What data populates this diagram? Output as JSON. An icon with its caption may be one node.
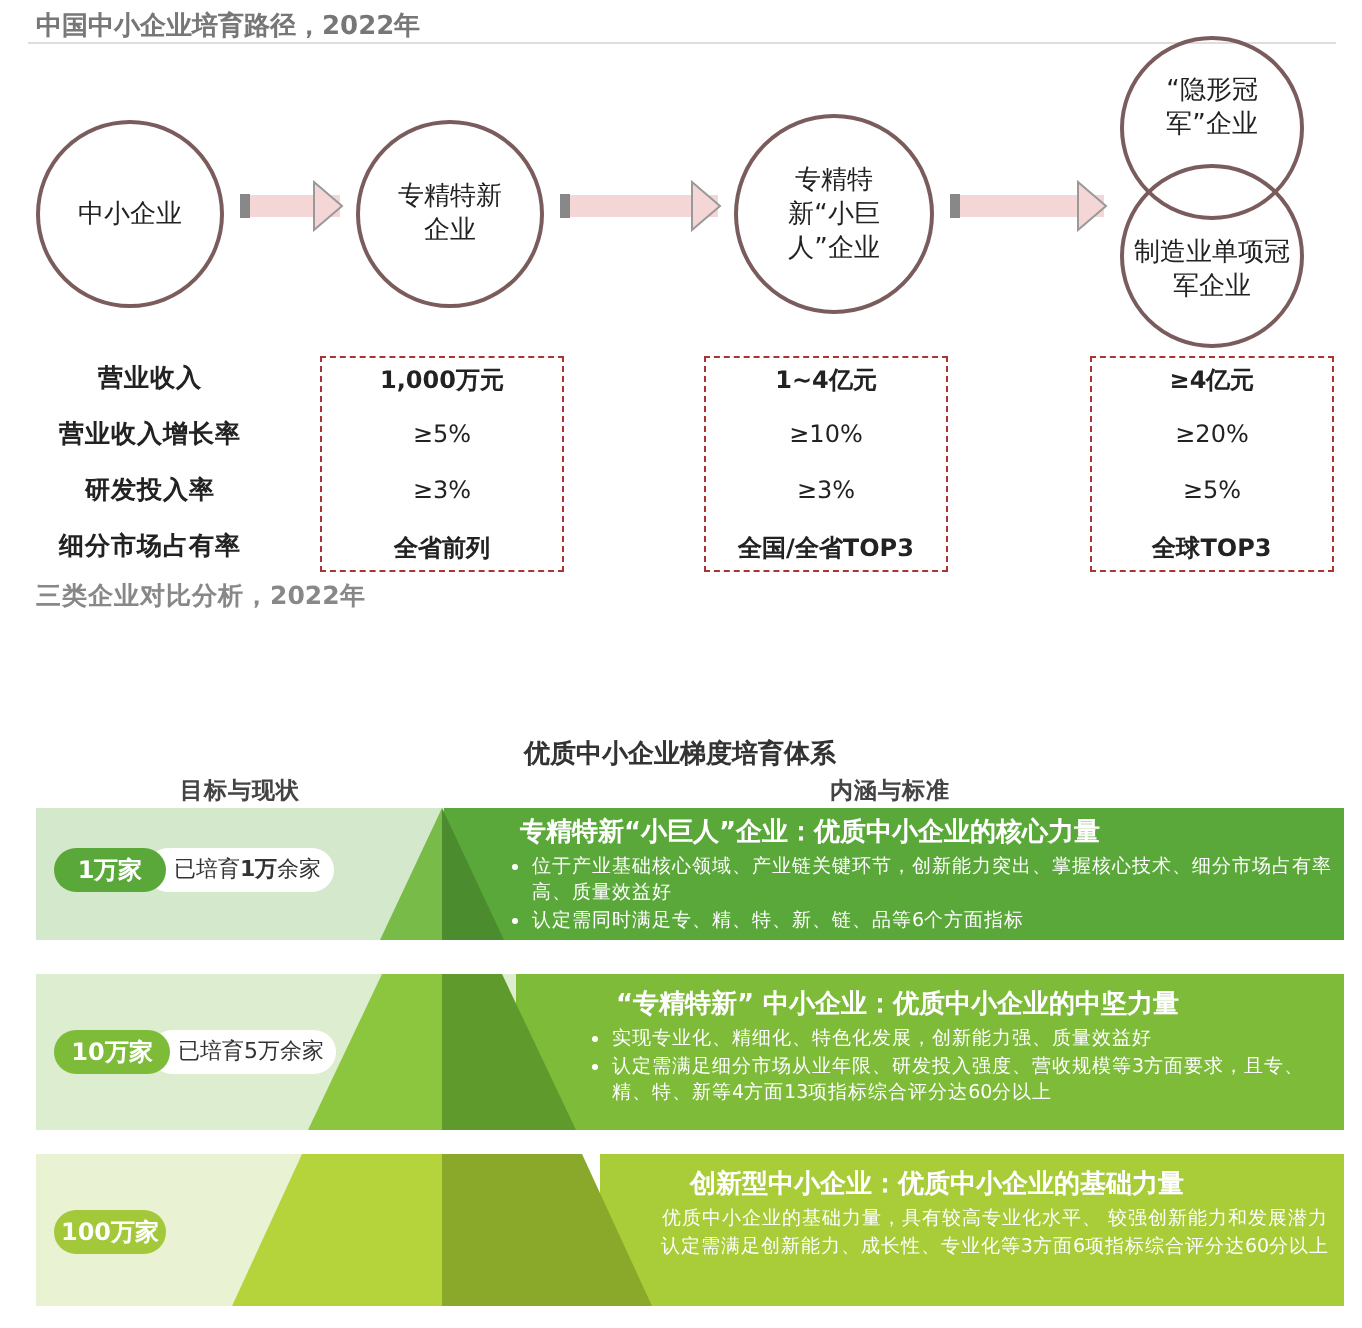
{
  "diagram": {
    "title": "中国中小企业培育路径，2022年",
    "caption": "三类企业对比分析，2022年",
    "nodes": [
      {
        "text": [
          "中小企业"
        ]
      },
      {
        "text": [
          "专精特新企业"
        ]
      },
      {
        "text": [
          "专精特新“小巨人”企业"
        ]
      },
      {
        "text": [
          "“隐形冠军”企业"
        ]
      },
      {
        "text": [
          "制造业单项冠军企业"
        ]
      },
      {
        "text": [
          "1,000万元",
          "≥5%",
          "≥3%",
          "全省前列"
        ]
      },
      {
        "text": [
          "1~4亿元",
          "≥10%",
          "≥3%",
          "全国/全省TOP3"
        ]
      },
      {
        "text": [
          "≥4亿元",
          "≥20%",
          "≥5%",
          "全球TOP3"
        ]
      },
      {
        "text": [
          "1万家"
        ],
        "beside": [
          "已培育**1万**余家"
        ]
      },
      {
        "text": [
          "专精特新“小巨人”企业：优质中小企业的核心力量",
          "位于产业基础核心领域、产业链关键环节，创新能力突出、掌握核心技术、细分市场占有率高、质量效益好",
          "认定需同时满足专、精、特、新、链、品等6个方面指标"
        ]
      },
      {
        "text": [
          "10万家"
        ],
        "beside": [
          "已培育5万余家"
        ]
      },
      {
        "text": [
          "“专精特新” 中小企业：优质中小企业的中坚力量",
          "实现专业化、精细化、特色化发展，创新能力强、质量效益好",
          "认定需满足细分市场从业年限、研发投入强度、营收规模等3方面要求，且专、精、特、新等4方面13项指标综合评分达60分以上"
        ]
      },
      {
        "text": [
          "100万家"
        ]
      },
      {
        "text": [
          "创新型中小企业：优质中小企业的基础力量",
          "优质中小企业的基础力量，具有较高专业化水平、 较强创新能力和发展潜力",
          "认定需满足创新能力、成长性、专业化等3方面6项指标综合评分达60分以上"
        ]
      }
    ],
    "edges": [
      {
        "from": 0,
        "to": 1,
        "arrow": "to"
      },
      {
        "from": 1,
        "to": 2,
        "arrow": "to"
      },
      {
        "from": 2,
        "to": 4,
        "arrow": "to"
      }
    ],
    "labels": [
      "营业收入",
      "营业收入增长率",
      "研发投入率",
      "细分市场占有率",
      "优质中小企业梯度培育体系",
      "目标与现状",
      "内涵与标准"
    ]
  }
}
